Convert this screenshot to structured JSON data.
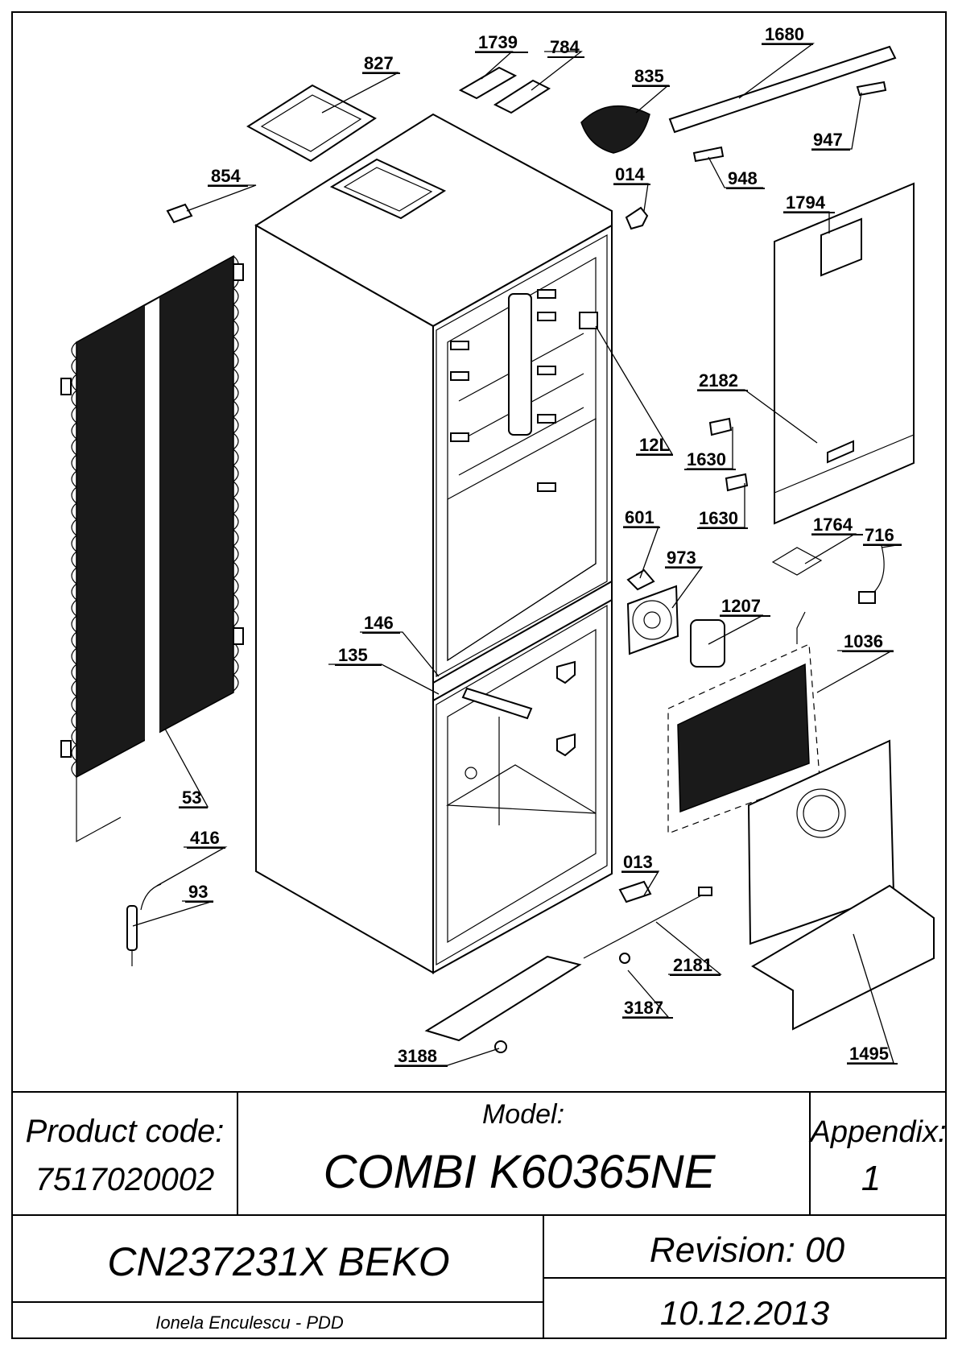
{
  "callouts": {
    "c1739": "1739",
    "c784": "784",
    "c1680": "1680",
    "c827": "827",
    "c835": "835",
    "c947": "947",
    "c854": "854",
    "c014": "014",
    "c948": "948",
    "c1794": "1794",
    "c2182": "2182",
    "c12L": "12L",
    "c1630a": "1630",
    "c1630b": "1630",
    "c601": "601",
    "c1764": "1764",
    "c716": "716",
    "c973": "973",
    "c1207": "1207",
    "c146": "146",
    "c1036": "1036",
    "c135": "135",
    "c53": "53",
    "c416": "416",
    "c013": "013",
    "c93": "93",
    "c2181": "2181",
    "c3187": "3187",
    "c1495": "1495",
    "c3188": "3188"
  },
  "title_block": {
    "product_code_label": "Product code:",
    "product_code_value": "7517020002",
    "model_label": "Model:",
    "model_value": "COMBI K60365NE",
    "appendix_label": "Appendix:",
    "appendix_value": "1",
    "part_code": "CN237231X BEKO",
    "revision": "Revision: 00",
    "author": "Ionela Enculescu - PDD",
    "date": "10.12.2013"
  }
}
